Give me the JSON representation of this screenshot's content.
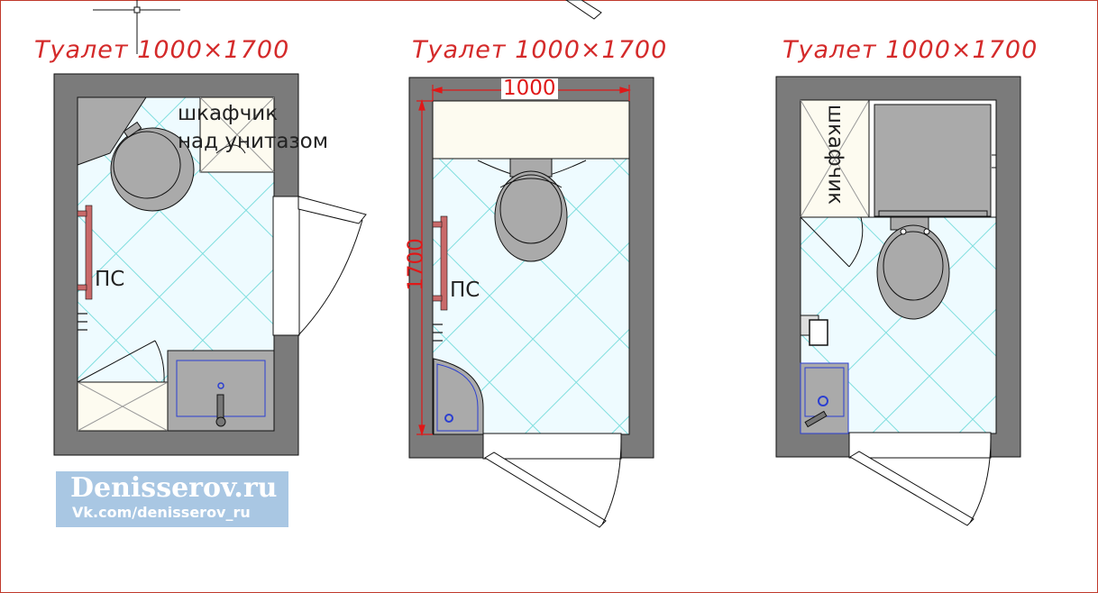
{
  "plans": [
    {
      "title": "Туалет 1000×1700",
      "labels": {
        "riser": "ПС",
        "cabinet_line1": "шкафчик",
        "cabinet_line2": "над унитазом"
      }
    },
    {
      "title": "Туалет 1000×1700",
      "labels": {
        "riser": "ПС",
        "dim_width": "1000",
        "dim_height": "1700"
      }
    },
    {
      "title": "Туалет 1000×1700",
      "labels": {
        "cabinet": "шкафчик"
      }
    }
  ],
  "watermark": {
    "site": "Denisserov.ru",
    "vk": "Vk.com/denisserov_ru"
  },
  "colors": {
    "wall": "#7b7b7b",
    "floor": "#eefbff",
    "tile": "#7fdede",
    "fixture": "#aaaaaa",
    "cabinet": "#fdfbf0",
    "title": "#d42a2a",
    "dimension": "#e01818",
    "heater": "#c96a6a",
    "sink_outline": "#2b3fd1"
  }
}
